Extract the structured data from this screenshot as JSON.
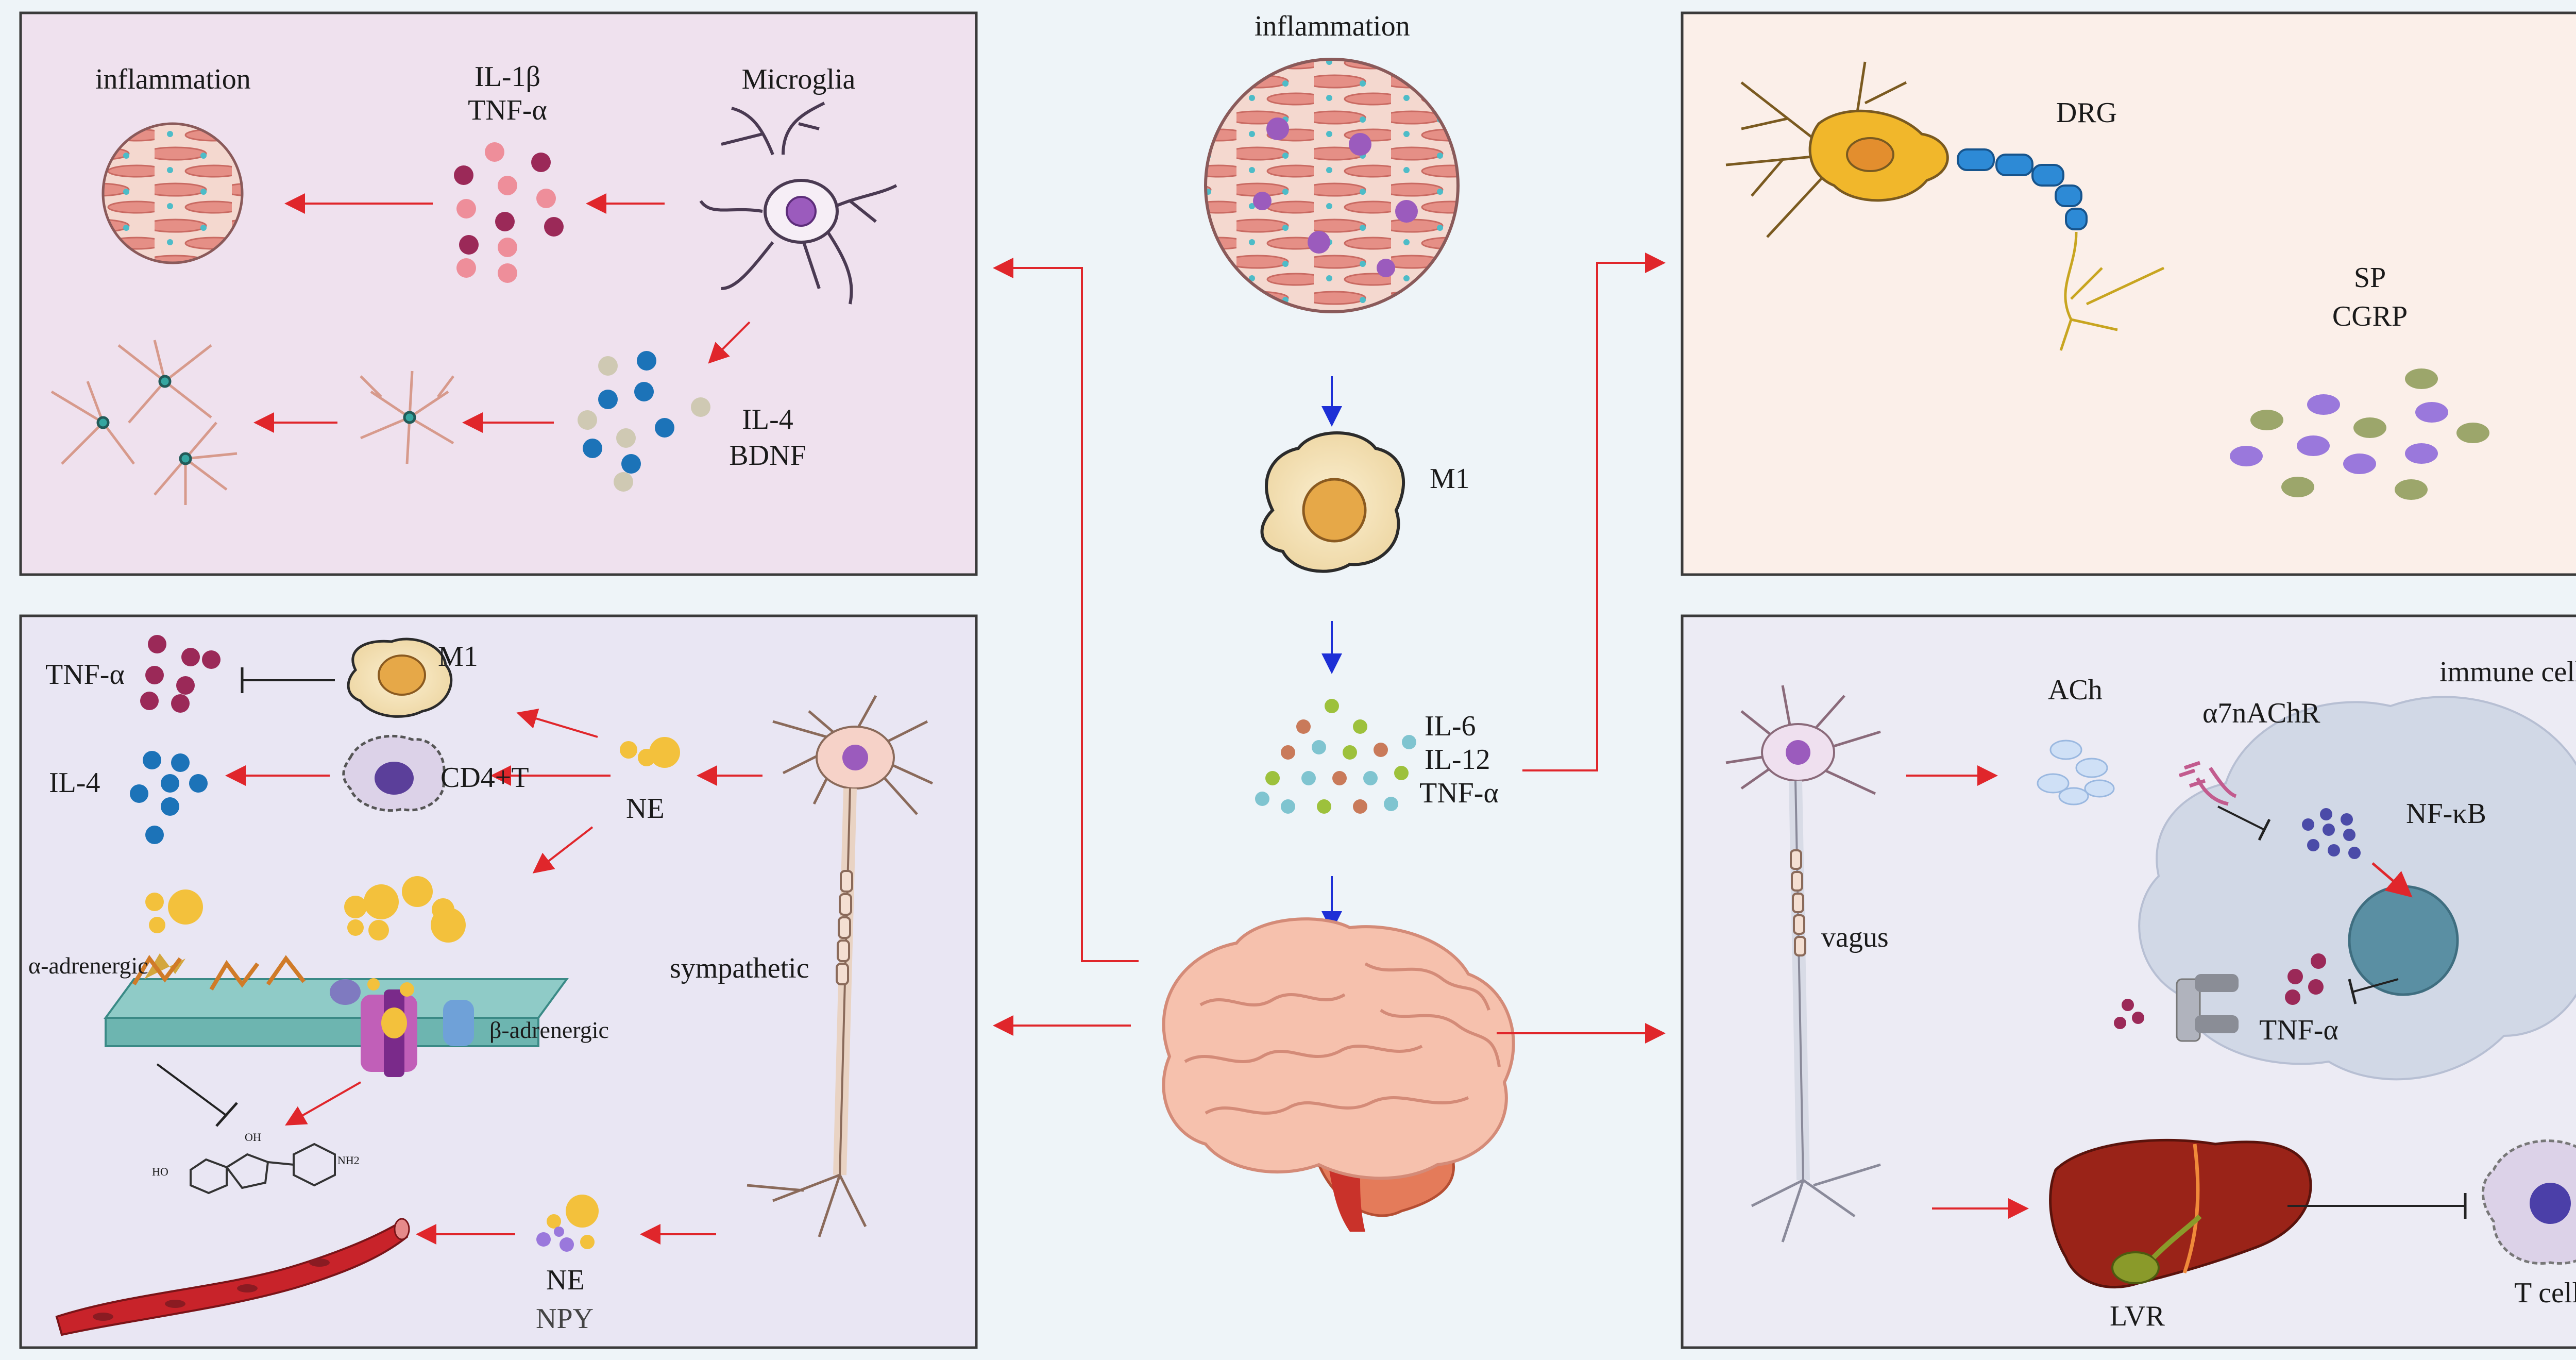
{
  "colors": {
    "panel_tl_bg": "#efe1ee",
    "panel_tr_bg": "#fbefe9",
    "panel_bl_bg": "#e9e6f3",
    "panel_br_bg": "#ecebf4",
    "arrow_red": "#e0262b",
    "arrow_blue": "#1d2fd6",
    "il1b_dark": "#9b2958",
    "il1b_light": "#ee8e9a",
    "il4_blue": "#1c73b8",
    "il4_beige": "#cfc9b3",
    "ne_yellow": "#f3c13c",
    "sp_purple": "#9a78dc",
    "cgrp_olive": "#9ca66b"
  },
  "center": {
    "inflammation": "inflammation",
    "m1": "M1",
    "cytokines": [
      "IL-6",
      "IL-12",
      "TNF-α"
    ]
  },
  "top_left": {
    "inflammation": "inflammation",
    "cytokines": [
      "IL-1β",
      "TNF-α"
    ],
    "microglia": "Microglia",
    "growth_factors": [
      "IL-4",
      "BDNF"
    ]
  },
  "top_right": {
    "drg": "DRG",
    "neuropeptides": [
      "SP",
      "CGRP"
    ]
  },
  "bottom_left": {
    "tnf": "TNF-α",
    "m1": "M1",
    "il4": "IL-4",
    "cd4": "CD4+T",
    "ne": "NE",
    "sympathetic": "sympathetic",
    "alpha": "α-adrenergic",
    "beta": "β-adrenergic",
    "camp_oh": "OH",
    "camp_ho": "HO",
    "camp_nh2": "NH2",
    "vessel_ne": "NE",
    "vessel_npy": "NPY"
  },
  "bottom_right": {
    "ach": "ACh",
    "receptor": "α7nAChR",
    "immune_cell": "immune cell",
    "nfkb": "NF-κB",
    "vagus": "vagus",
    "tnf": "TNF-α",
    "lvr": "LVR",
    "tcell": "T cell"
  }
}
